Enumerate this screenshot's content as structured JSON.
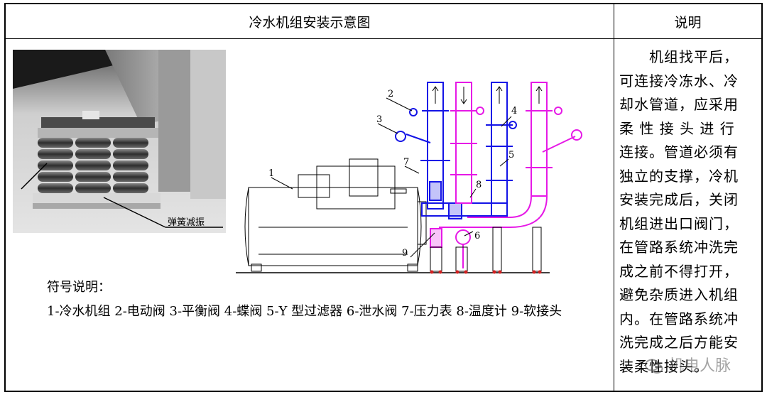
{
  "header": {
    "left_title": "冷水机组安装示意图",
    "right_title": "说明"
  },
  "photo": {
    "label": "弹簧减振"
  },
  "diagram": {
    "callouts": [
      "1",
      "2",
      "3",
      "4",
      "5",
      "6",
      "7",
      "8",
      "9"
    ]
  },
  "legend": {
    "title": "符号说明：",
    "text": "1-冷水机组 2-电动阀 3-平衡阀 4-蝶阀 5-Y 型过滤器 6-泄水阀 7-压力表 8-温度计 9-软接头"
  },
  "description": {
    "lines": [
      "　　机组找平后，",
      "可连接冷冻水、冷",
      "却水管道，应采用",
      "柔 性 接 头 进 行",
      "连接。管道必须有",
      "独立的支撑，冷机",
      "安装完成后，关闭",
      "机组进出口阀门，",
      "在管路系统冲洗完",
      "成之前不得打开，",
      "避免杂质进入机组",
      "内。在管路系统冲",
      "洗完成之后方能安",
      "装柔性接头。"
    ]
  },
  "watermark": {
    "text": "机电人脉"
  },
  "colors": {
    "blue_pipe": "#1414e6",
    "magenta_pipe": "#e619e6",
    "red_accent": "#d22020",
    "line": "#000000"
  }
}
